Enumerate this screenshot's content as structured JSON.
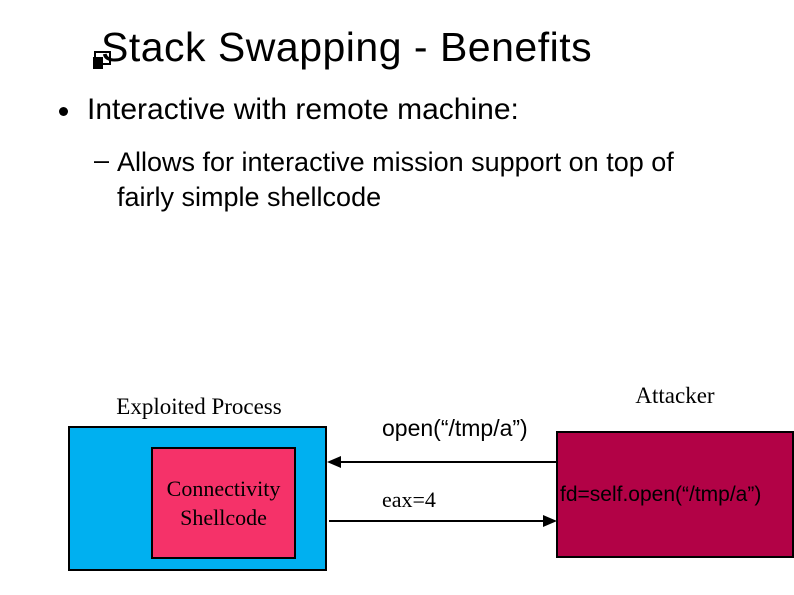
{
  "slide": {
    "title": "Stack Swapping - Benefits",
    "bullet": {
      "marker": "●",
      "text": "Interactive with remote machine:"
    },
    "sub_bullet": {
      "marker": "–",
      "text": "Allows for interactive mission support on top of fairly simple shellcode"
    }
  },
  "diagram": {
    "exploited_process": {
      "label": "Exploited Process",
      "fill": "#00b0f0"
    },
    "shellcode": {
      "label": "Connectivity Shellcode",
      "fill": "#f53269"
    },
    "attacker": {
      "label": "Attacker",
      "fill": "#b20246",
      "text": "fd=self.open(“/tmp/a”)"
    },
    "messages": [
      {
        "label": "open(“/tmp/a”)",
        "direction": "left"
      },
      {
        "label": "eax=4",
        "direction": "right"
      }
    ]
  },
  "colors": {
    "background": "#ffffff",
    "text": "#000000",
    "process_fill": "#00b0f0",
    "shellcode_fill": "#f53269",
    "attacker_fill": "#b20246"
  }
}
